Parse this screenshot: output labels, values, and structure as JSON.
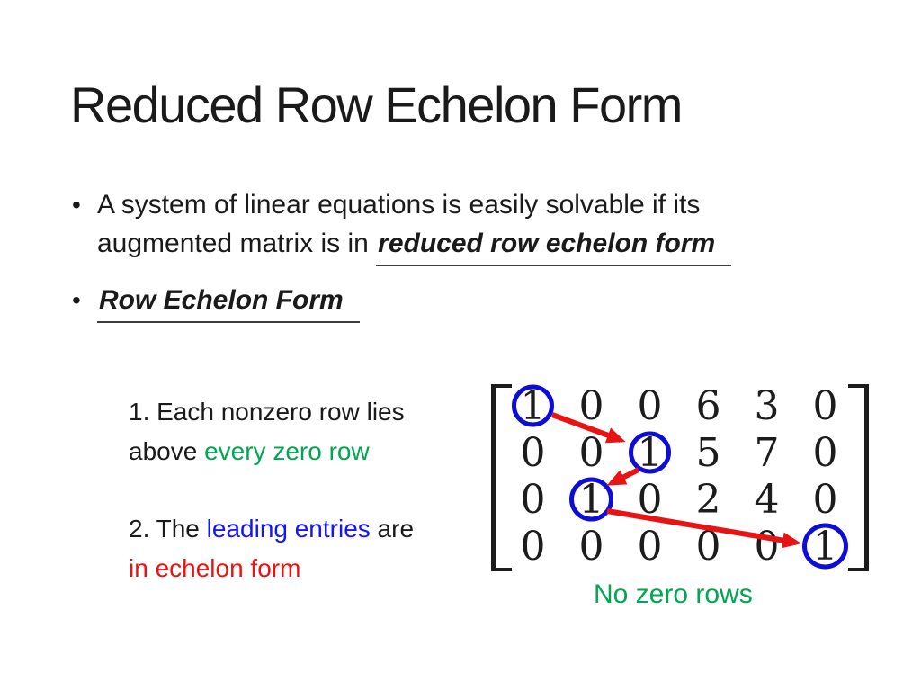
{
  "slide": {
    "title": "Reduced Row Echelon Form",
    "bullet_marker": "•",
    "bullets": {
      "b1_line1": "A system of linear equations is easily solvable if its",
      "b1_line2_prefix": "augmented matrix is in ",
      "b1_line2_emphasis": "reduced row echelon form",
      "b2_text": "Row Echelon Form"
    },
    "notes": {
      "n1_line1": "1. Each nonzero row lies",
      "n1_line2_black": "above ",
      "n1_line2_green": "every zero row",
      "n2_line1_black1": "2. The ",
      "n2_line1_blue": "leading entries",
      "n2_line1_black2": " are",
      "n2_line2_red": "in echelon form"
    },
    "caption": "No zero rows"
  },
  "matrix": {
    "rows": [
      [
        "1",
        "0",
        "0",
        "6",
        "3",
        "0"
      ],
      [
        "0",
        "0",
        "1",
        "5",
        "7",
        "0"
      ],
      [
        "0",
        "1",
        "0",
        "2",
        "4",
        "0"
      ],
      [
        "0",
        "0",
        "0",
        "0",
        "0",
        "1"
      ]
    ],
    "circled_cells": [
      [
        0,
        0
      ],
      [
        1,
        2
      ],
      [
        2,
        1
      ],
      [
        3,
        5
      ]
    ],
    "arrows": [
      {
        "from_cell": [
          0,
          0
        ],
        "to_cell": [
          1,
          2
        ]
      },
      {
        "from_cell": [
          1,
          2
        ],
        "to_cell": [
          2,
          1
        ]
      },
      {
        "from_cell": [
          2,
          1
        ],
        "to_cell": [
          3,
          5
        ]
      }
    ]
  },
  "colors": {
    "text": "#1A1A1A",
    "green": "#00A651",
    "blue": "#1414FF",
    "red": "#EE1111",
    "arrow-red": "#E81414",
    "circle-blue": "#0D0DD6"
  }
}
